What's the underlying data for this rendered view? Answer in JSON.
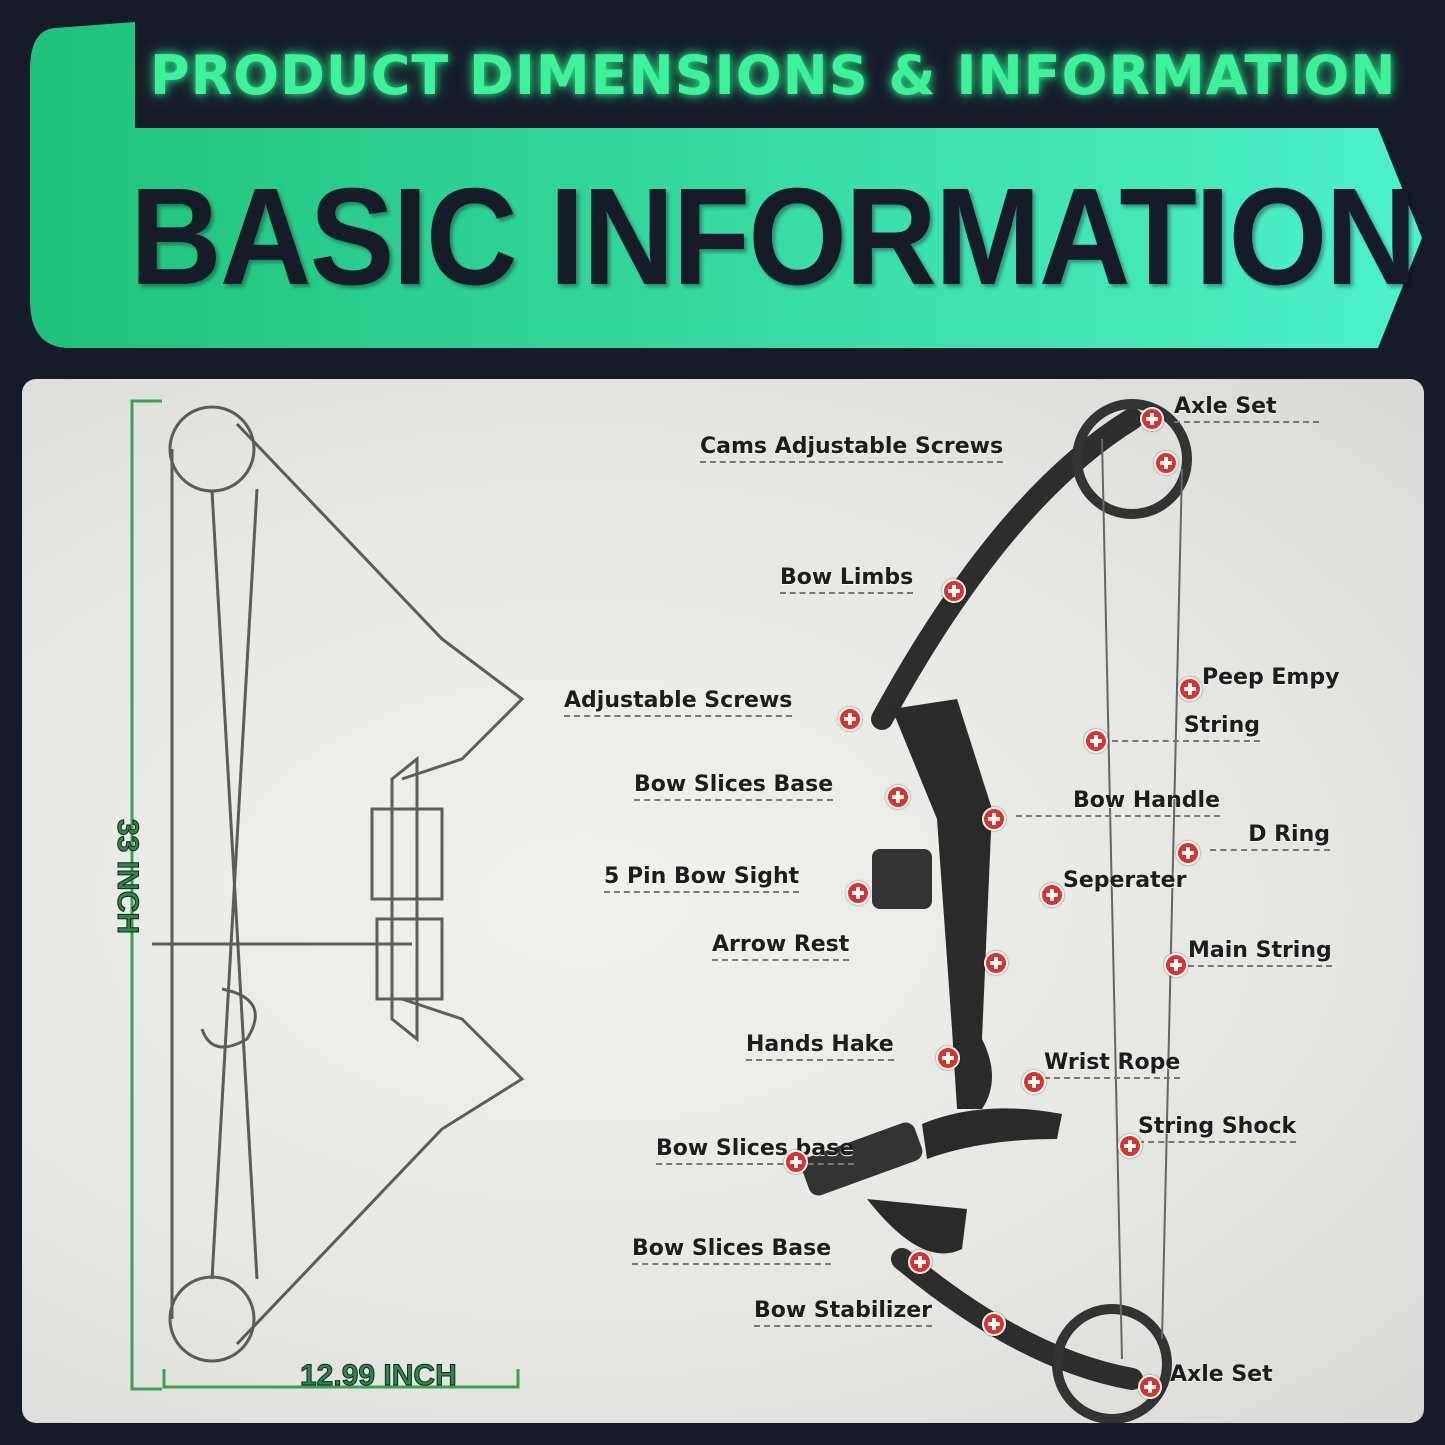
{
  "header": {
    "top_title": "PRODUCT DIMENSIONS & INFORMATION",
    "main_title": "BASIC INFORMATION"
  },
  "dimensions": {
    "height": "33 INCH",
    "width": "12.99 INCH"
  },
  "parts": [
    "Axle Set",
    "Cams Adjustable Screws",
    "Bow Limbs",
    "Peep Empy",
    "String",
    "Adjustable Screws",
    "Bow Slices Base",
    "Bow Handle",
    "D Ring",
    "5 Pin Bow Sight",
    "Seperater",
    "Arrow Rest",
    "Main String",
    "Hands Hake",
    "Wrist Rope",
    "String Shock",
    "Bow Slices base",
    "Bow Slices Base",
    "Bow Stabilizer",
    "Axle Set"
  ],
  "colors": {
    "background": "#161b28",
    "banner_start": "#1fc27a",
    "banner_end": "#4df2c8",
    "title_glow": "#3ef29a",
    "dimension_green": "#2c8a3a",
    "marker_red": "#e0302a"
  },
  "icons": [
    "plus-marker-icon"
  ]
}
